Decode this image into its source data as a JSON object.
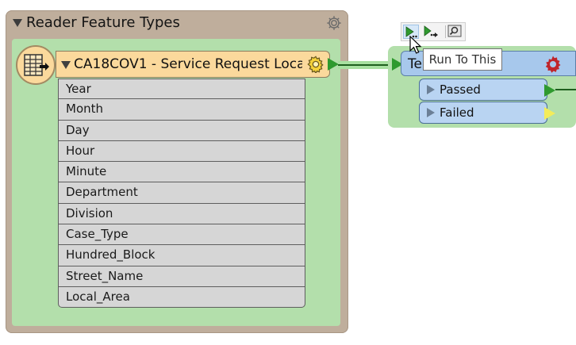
{
  "bookmark": {
    "title": "Reader Feature Types"
  },
  "reader": {
    "title": "CA18COV1 - Service Request Loca",
    "attributes": [
      "Year",
      "Month",
      "Day",
      "Hour",
      "Minute",
      "Department",
      "Division",
      "Case_Type",
      "Hundred_Block",
      "Street_Name",
      "Local_Area"
    ]
  },
  "tester": {
    "title_partial": "Te",
    "ports": {
      "passed": "Passed",
      "failed": "Failed"
    }
  },
  "toolbar": {
    "tooltip": "Run To This"
  },
  "icons": {
    "bookmark_settings": "gear-icon",
    "reader_settings": "gear-icon",
    "tester_settings": "gear-icon",
    "reader_type": "table-icon",
    "run_to_this": "run-to-this-icon",
    "run_from_this": "run-from-this-icon",
    "inspect": "magnifier-icon"
  },
  "colors": {
    "bookmark_frame": "#bfae9c",
    "bookmark_body": "#b3dfab",
    "reader_header": "#fbd99c",
    "tester_header": "#a7c8ec",
    "passed_port": "#2f9a2f",
    "failed_port": "#f3ec5a"
  }
}
